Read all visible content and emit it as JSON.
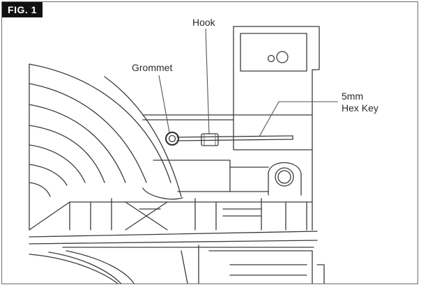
{
  "figure_label": "FIG. 1",
  "callouts": {
    "hook": "Hook",
    "grommet": "Grommet",
    "hex_key_line1": "5mm",
    "hex_key_line2": "Hex Key"
  }
}
